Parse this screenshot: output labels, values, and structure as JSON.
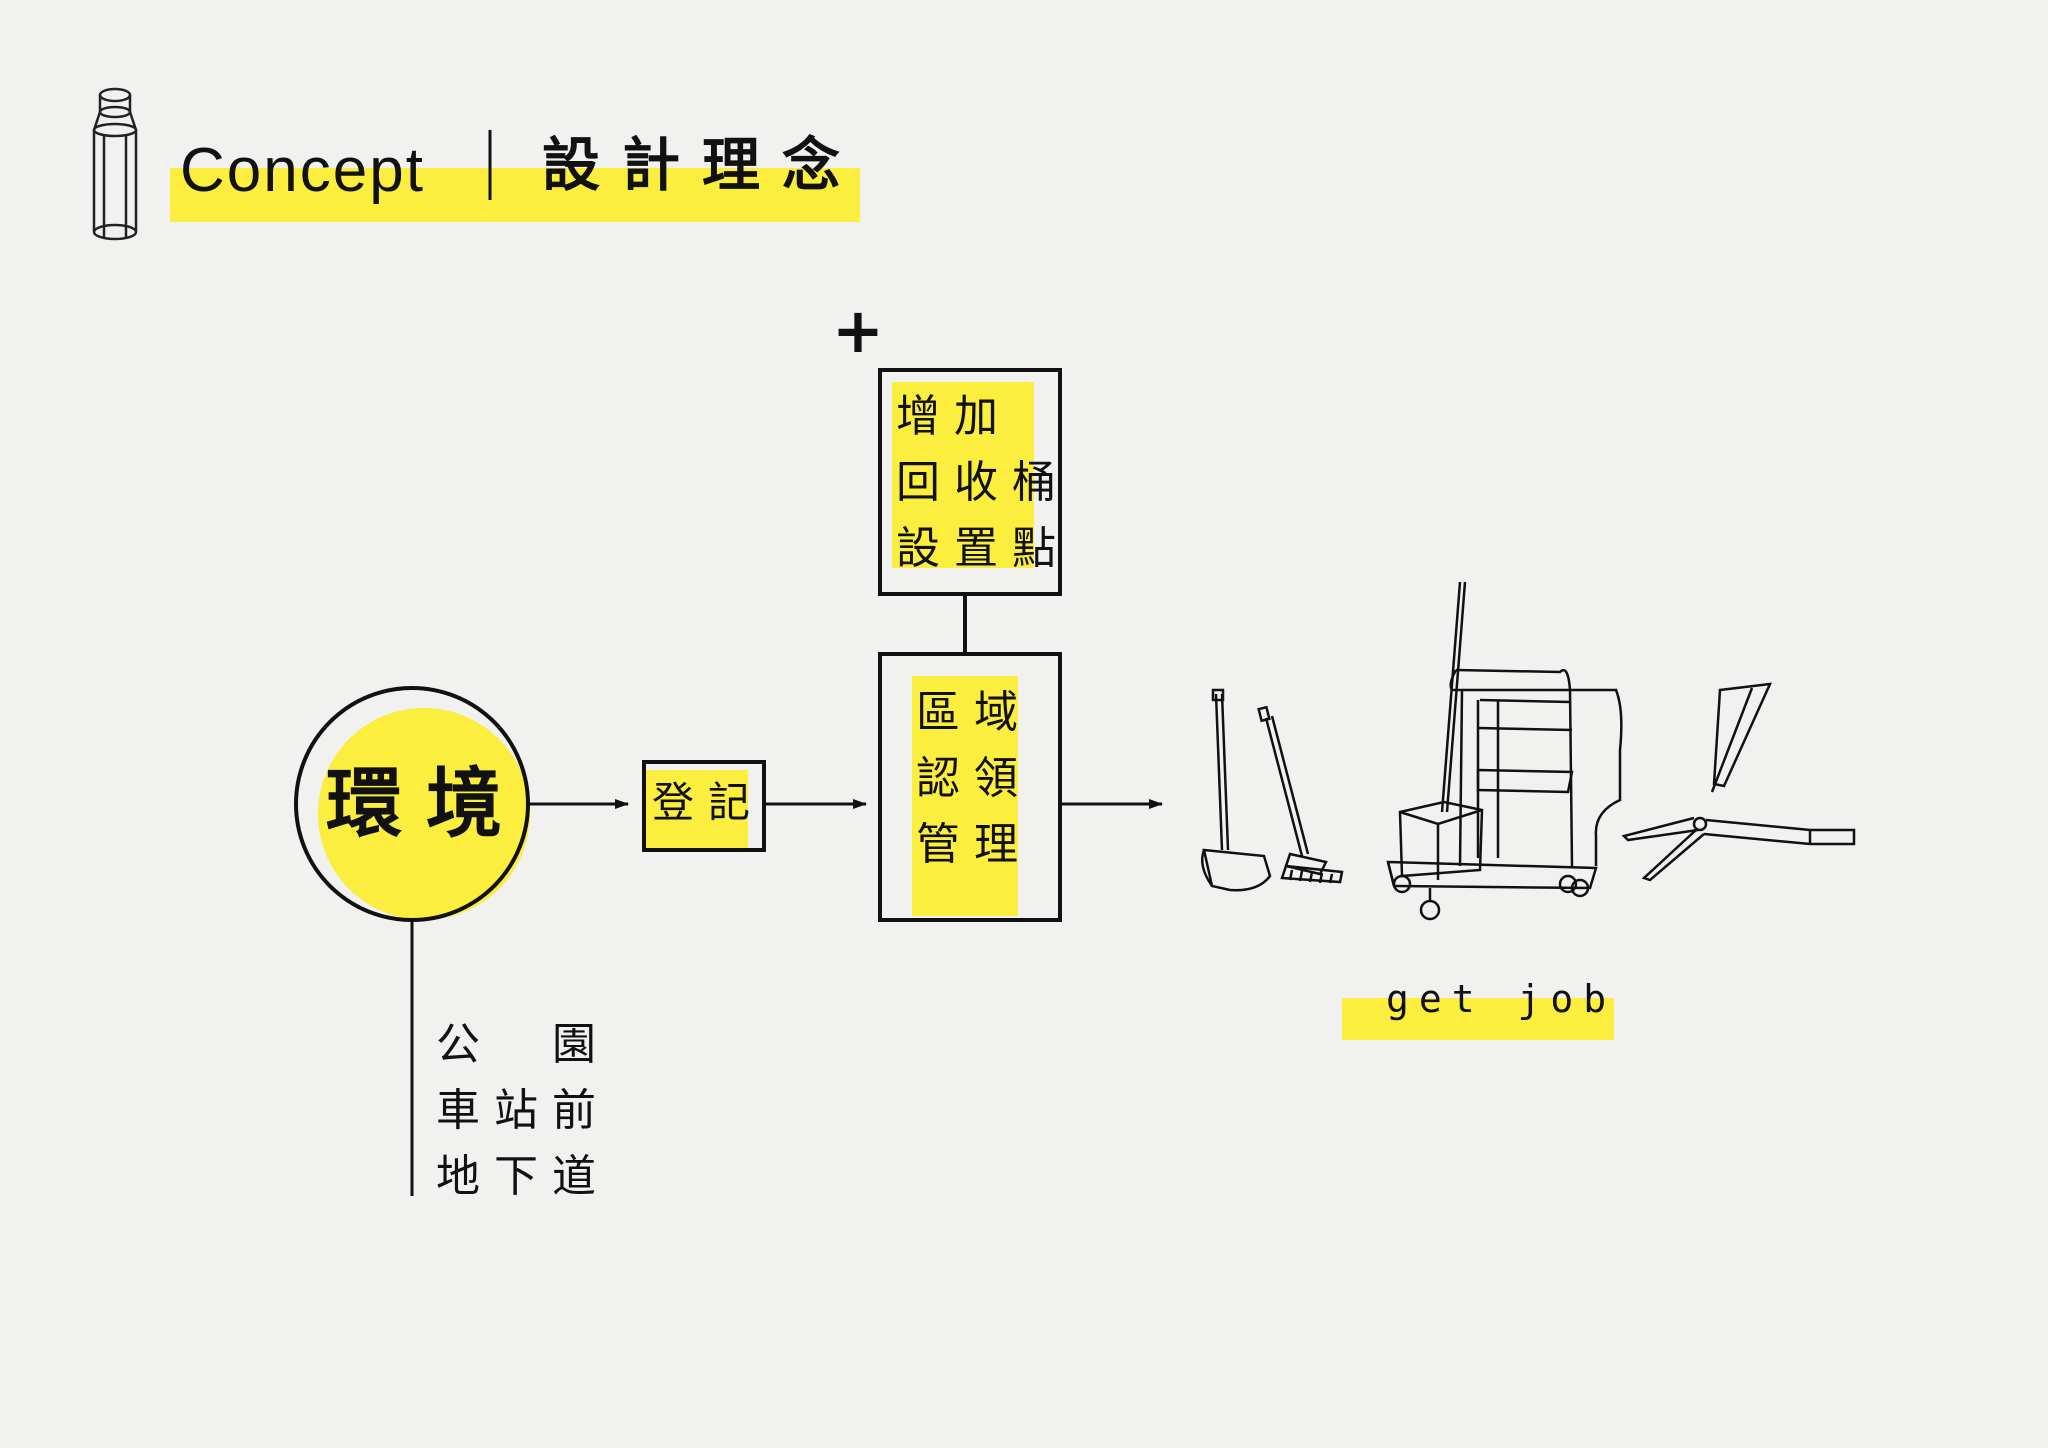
{
  "header": {
    "title_en": "Concept",
    "title_zh": "設計理念"
  },
  "diagram": {
    "plus_sign": "+",
    "environment": {
      "label": "環境",
      "locations": [
        "公　園",
        "車站前",
        "地下道"
      ]
    },
    "register": {
      "label": "登記"
    },
    "add_bins": {
      "lines": [
        "增加",
        "回收桶",
        "設置點"
      ]
    },
    "area_management": {
      "lines": [
        "區域",
        "認領",
        "管理"
      ]
    },
    "outcome": {
      "label": "get job",
      "icons": [
        "dustpan-icon",
        "broom-icon",
        "cleaning-cart-icon",
        "hedge-shears-icon"
      ]
    }
  },
  "colors": {
    "accent_yellow": "#fbee3f",
    "ink": "#111111",
    "background": "#f1f1f0"
  }
}
